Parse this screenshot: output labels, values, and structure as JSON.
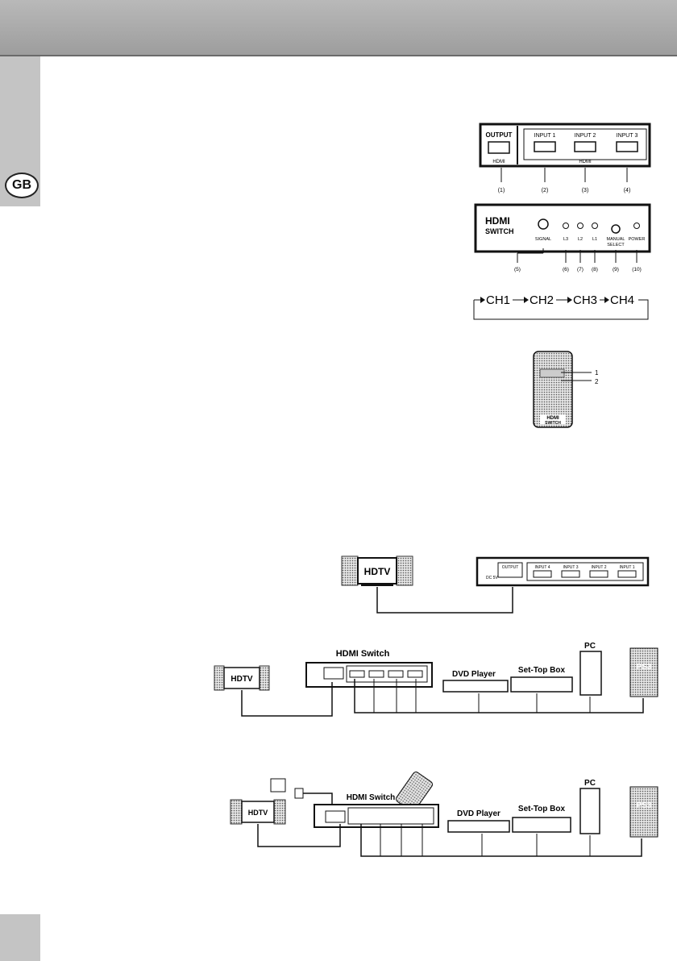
{
  "header": {
    "badge": "GB"
  },
  "rear_panel": {
    "output_label": "OUTPUT",
    "input_labels": [
      "INPUT 1",
      "INPUT 2",
      "INPUT 3"
    ],
    "group_label_output": "HDMI",
    "group_label_inputs": "HDMI",
    "callouts": [
      "(1)",
      "(2)",
      "(3)",
      "(4)"
    ]
  },
  "front_panel": {
    "logo_line1": "HDMI",
    "logo_line2": "SWITCH",
    "labels": [
      "SIGNAL",
      "L3",
      "L2",
      "L1"
    ],
    "manual_label_line1": "MANUAL",
    "manual_label_line2": "SELECT",
    "power_label": "POWER",
    "callouts": [
      "(5)",
      "(6)",
      "(7)",
      "(8)",
      "(9)",
      "(10)"
    ]
  },
  "channel_cycle": {
    "channels": [
      "CH1",
      "CH2",
      "CH3",
      "CH4"
    ]
  },
  "remote": {
    "callouts": [
      "1",
      "2"
    ],
    "brand_line1": "HDMI",
    "brand_line2": "SWITCH"
  },
  "diagram1": {
    "hdtv": "HDTV",
    "output": "OUTPUT",
    "dc": "DC 5V",
    "inputs": [
      "INPUT 4",
      "INPUT 3",
      "INPUT 2",
      "INPUT 1"
    ]
  },
  "diagram2": {
    "hdtv": "HDTV",
    "switch": "HDMI Switch",
    "dvd": "DVD Player",
    "stb": "Set-Top Box",
    "pc": "PC",
    "ps3": "PS3"
  },
  "diagram3": {
    "hdtv": "HDTV",
    "switch": "HDMI Switch",
    "dvd": "DVD Player",
    "stb": "Set-Top Box",
    "pc": "PC",
    "ps3": "PS3"
  }
}
